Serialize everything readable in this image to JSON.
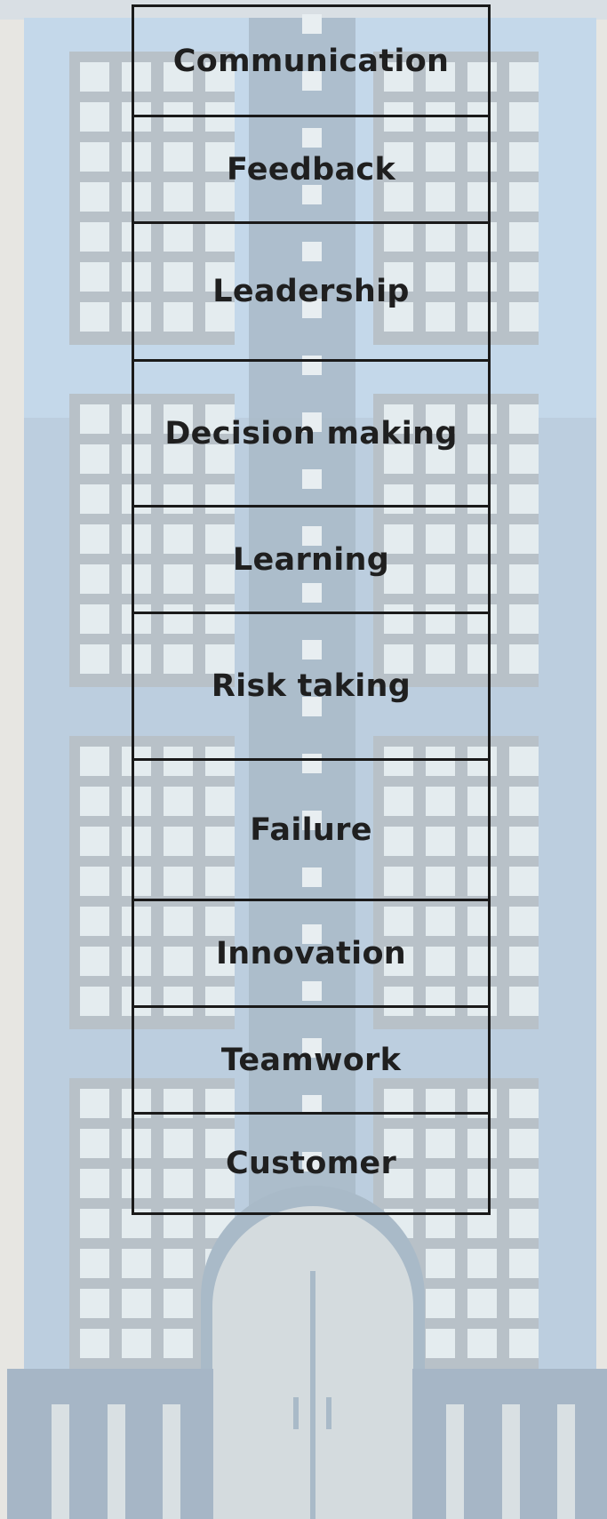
{
  "illustration": {
    "subject": "office-building",
    "colors": {
      "sky": "#c6d9ea",
      "building": "#a8b9c9",
      "window_frame": "#b8c1c8",
      "window_pane": "#e4ecef",
      "door": "#d5dcdf",
      "outline": "#1a1a1a",
      "text": "#1f1f1f"
    }
  },
  "ladder": {
    "rungs": [
      {
        "label": "Communication"
      },
      {
        "label": "Feedback"
      },
      {
        "label": "Leadership"
      },
      {
        "label": "Decision making"
      },
      {
        "label": "Learning"
      },
      {
        "label": "Risk taking"
      },
      {
        "label": "Failure"
      },
      {
        "label": "Innovation"
      },
      {
        "label": "Teamwork"
      },
      {
        "label": "Customer"
      }
    ]
  }
}
